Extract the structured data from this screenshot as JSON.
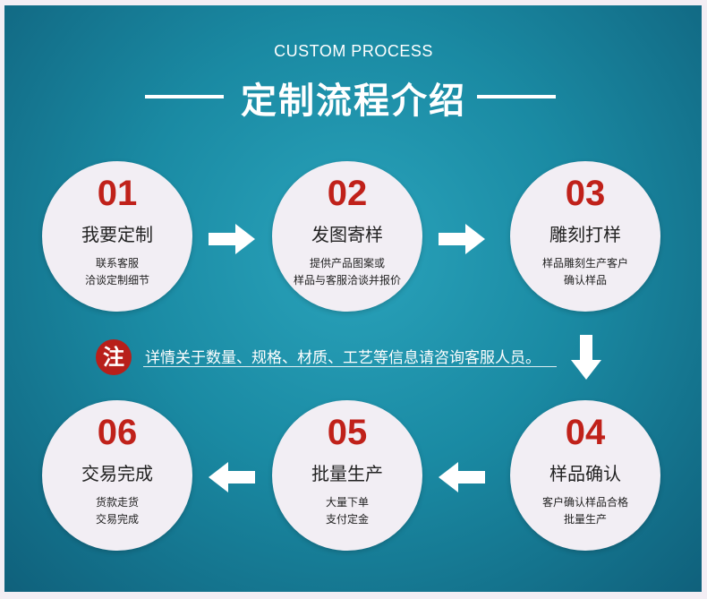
{
  "header": {
    "subtitle": "CUSTOM PROCESS",
    "title": "定制流程介绍"
  },
  "steps": [
    {
      "num": "01",
      "name": "我要定制",
      "desc": [
        "联系客服",
        "洽谈定制细节"
      ]
    },
    {
      "num": "02",
      "name": "发图寄样",
      "desc": [
        "提供产品图案或",
        "样品与客服洽谈并报价"
      ]
    },
    {
      "num": "03",
      "name": "雕刻打样",
      "desc": [
        "样品雕刻生产客户",
        "确认样品"
      ]
    },
    {
      "num": "04",
      "name": "样品确认",
      "desc": [
        "客户确认样品合格",
        "批量生产"
      ]
    },
    {
      "num": "05",
      "name": "批量生产",
      "desc": [
        "大量下单",
        "支付定金"
      ]
    },
    {
      "num": "06",
      "name": "交易完成",
      "desc": [
        "货款走货",
        "交易完成"
      ]
    }
  ],
  "note": {
    "badge": "注",
    "text": "详情关于数量、规格、材质、工艺等信息请咨询客服人员。"
  },
  "colors": {
    "accent_red": "#c0211a",
    "background_teal": "#1a8aa3",
    "circle_fill": "#f2eef4"
  },
  "icons": [
    "arrow-right-icon",
    "arrow-down-icon",
    "arrow-left-icon"
  ]
}
